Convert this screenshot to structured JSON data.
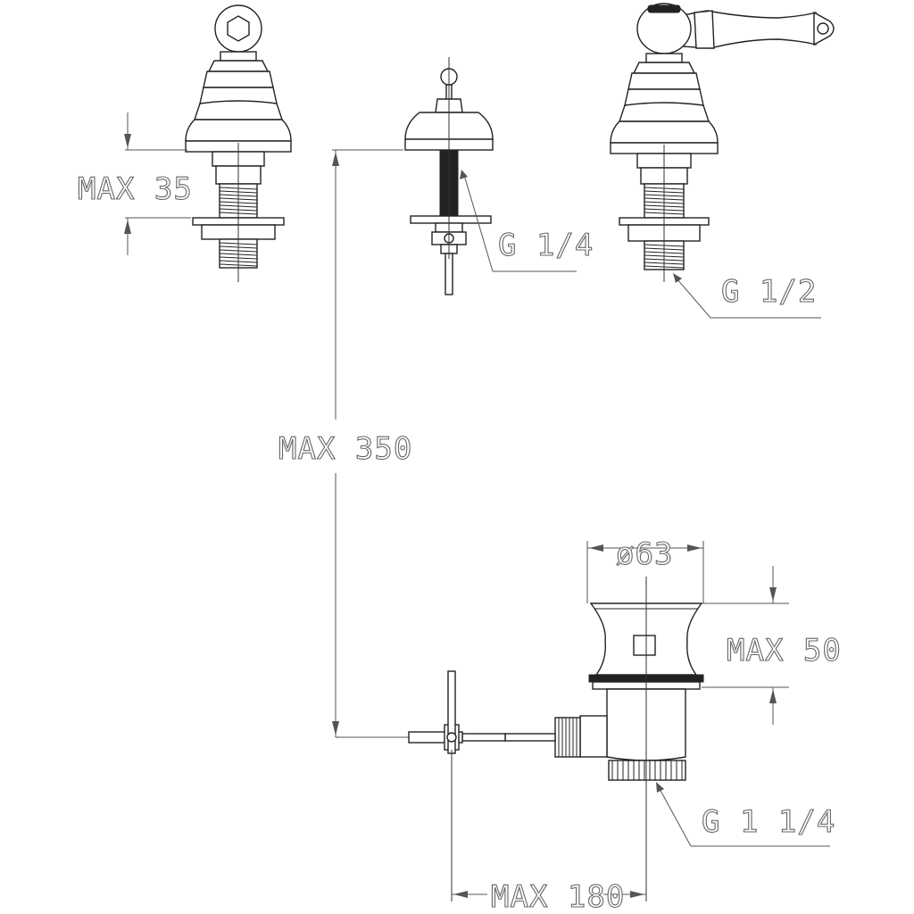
{
  "dimensions": {
    "max_35": "MAX 35",
    "g_1_4": "G 1/4",
    "g_1_2": "G 1/2",
    "max_350": "MAX 350",
    "diameter_63": "ø63",
    "max_50": "MAX 50",
    "g_1_1_4": "G 1 1/4",
    "max_180": "MAX 180"
  }
}
